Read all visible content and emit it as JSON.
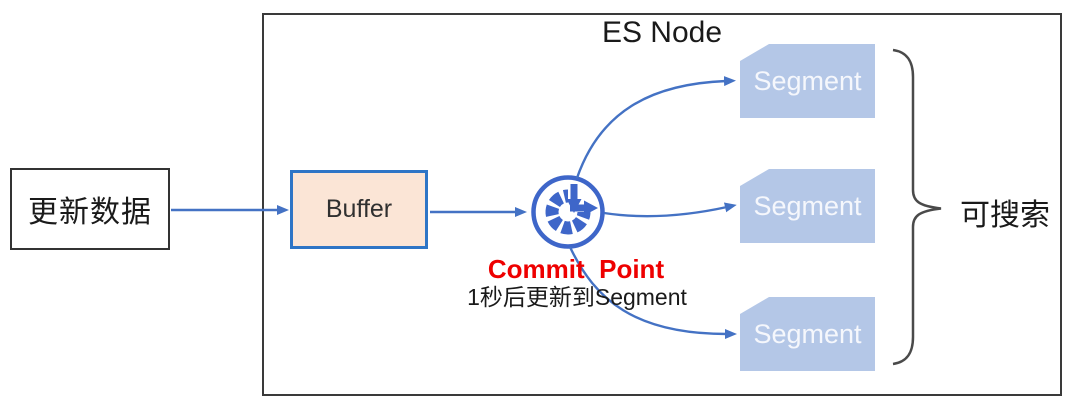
{
  "diagram": {
    "source_box": {
      "label": "更新数据"
    },
    "es_node": {
      "title": "ES Node"
    },
    "buffer": {
      "label": "Buffer"
    },
    "commit_point": {
      "label": "Commit  Point",
      "subtitle": "1秒后更新到Segment",
      "icon": "stopwatch-commit-icon"
    },
    "segments": [
      {
        "label": "Segment"
      },
      {
        "label": "Segment"
      },
      {
        "label": "Segment"
      }
    ],
    "brace": {
      "label": "可搜索"
    },
    "colors": {
      "arrow_blue": "#4472c4",
      "buffer_fill": "#fbe5d6",
      "buffer_border": "#2e75c6",
      "segment_fill": "#b4c7e7",
      "segment_text": "#f5f7fc",
      "commit_red": "#ee0000",
      "container_border": "#3a3a3a",
      "brace_gray": "#4a4a4a"
    }
  }
}
